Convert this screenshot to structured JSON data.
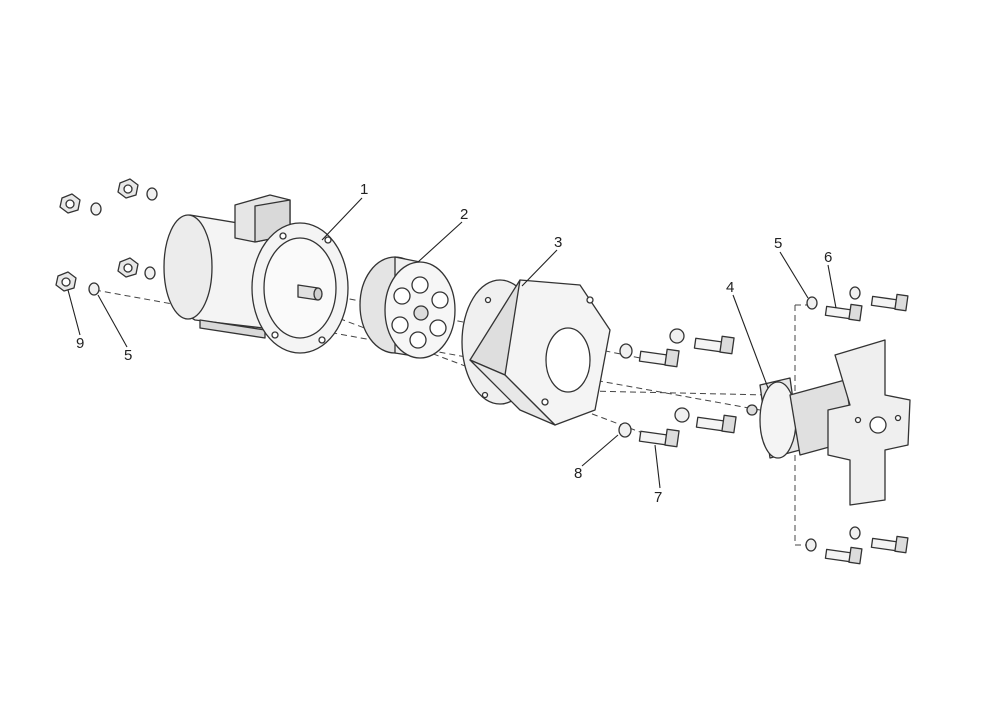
{
  "callouts": [
    {
      "id": "c1",
      "number": "1",
      "part": "motor"
    },
    {
      "id": "c2",
      "number": "2",
      "part": "coupling"
    },
    {
      "id": "c3",
      "number": "3",
      "part": "bracket"
    },
    {
      "id": "c4",
      "number": "4",
      "part": "pump-head"
    },
    {
      "id": "c5a",
      "number": "5",
      "part": "washer-left"
    },
    {
      "id": "c5b",
      "number": "5",
      "part": "washer-right"
    },
    {
      "id": "c6",
      "number": "6",
      "part": "bolt-right"
    },
    {
      "id": "c7",
      "number": "7",
      "part": "bolt-middle"
    },
    {
      "id": "c8",
      "number": "8",
      "part": "washer-middle"
    },
    {
      "id": "c9",
      "number": "9",
      "part": "nut-left"
    }
  ],
  "colors": {
    "line": "#333333",
    "fill": "#f4f4f4",
    "shade": "#d9d9d9",
    "dark": "#b5b5b5",
    "background": "#ffffff"
  }
}
